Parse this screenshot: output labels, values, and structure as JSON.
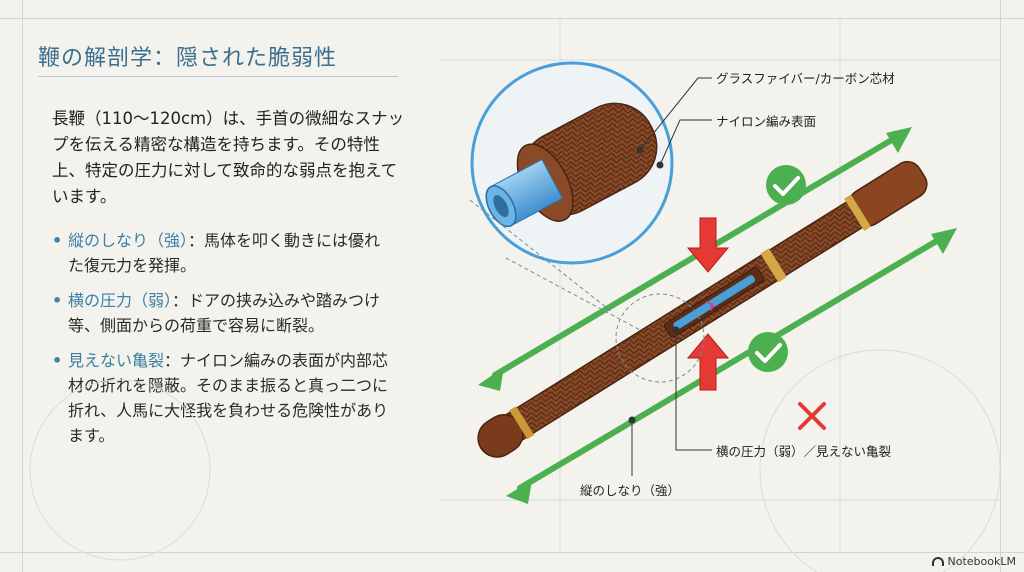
{
  "title": "鞭の解剖学：隠された脆弱性",
  "intro": "長鞭（110〜120cm）は、手首の微細なスナップを伝える精密な構造を持ちます。その特性上、特定の圧力に対して致命的な弱点を抱えています。",
  "bullets": [
    {
      "head": "縦のしなり（強）",
      "body": "：馬体を叩く動きには優れた復元力を発揮。"
    },
    {
      "head": "横の圧力（弱）",
      "body": "：ドアの挟み込みや踏みつけ等、側面からの荷重で容易に断裂。"
    },
    {
      "head": "見えない亀裂",
      "body": "：ナイロン編みの表面が内部芯材の折れを隠蔽。そのまま振ると真っ二つに折れ、人馬に大怪我を負わせる危険性があります。"
    }
  ],
  "callouts": {
    "core": "グラスファイバー/カーボン芯材",
    "surface": "ナイロン編み表面",
    "lateral": "横の圧力（弱）／見えない亀裂",
    "vertical": "縦のしなり（強）"
  },
  "brand": "NotebookLM",
  "colors": {
    "title": "#3a6f8f",
    "accent": "#3a86a8",
    "green": "#4caf50",
    "red": "#e53935",
    "whip": "#8a4a28",
    "core": "#4a9fd8",
    "blueprint": "#c9d6e2"
  },
  "icons": [
    "check-icon",
    "check-icon",
    "cross-icon",
    "brand-icon"
  ]
}
